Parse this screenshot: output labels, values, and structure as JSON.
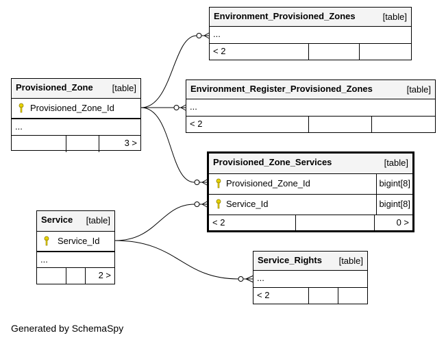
{
  "tables": {
    "provisioned_zone": {
      "name": "Provisioned_Zone",
      "kind": "[table]",
      "columns": [
        {
          "name": "Provisioned_Zone_Id",
          "key": true
        }
      ],
      "more": "...",
      "children": "3 >"
    },
    "env_provisioned_zones": {
      "name": "Environment_Provisioned_Zones",
      "kind": "[table]",
      "more": "...",
      "parents": "< 2"
    },
    "env_register_provisioned_zones": {
      "name": "Environment_Register_Provisioned_Zones",
      "kind": "[table]",
      "more": "...",
      "parents": "< 2"
    },
    "provisioned_zone_services": {
      "name": "Provisioned_Zone_Services",
      "kind": "[table]",
      "columns": [
        {
          "name": "Provisioned_Zone_Id",
          "type": "bigint[8]",
          "key": true
        },
        {
          "name": "Service_Id",
          "type": "bigint[8]",
          "key": true
        }
      ],
      "parents": "< 2",
      "children": "0 >"
    },
    "service": {
      "name": "Service",
      "kind": "[table]",
      "columns": [
        {
          "name": "Service_Id",
          "key": true
        }
      ],
      "more": "...",
      "children": "2 >"
    },
    "service_rights": {
      "name": "Service_Rights",
      "kind": "[table]",
      "more": "...",
      "parents": "< 2"
    }
  },
  "relationships": [
    {
      "from": "Provisioned_Zone",
      "to": "Environment_Provisioned_Zones"
    },
    {
      "from": "Provisioned_Zone",
      "to": "Environment_Register_Provisioned_Zones"
    },
    {
      "from": "Provisioned_Zone",
      "to": "Provisioned_Zone_Services"
    },
    {
      "from": "Service",
      "to": "Provisioned_Zone_Services"
    },
    {
      "from": "Service",
      "to": "Service_Rights"
    }
  ],
  "footer": "Generated by SchemaSpy",
  "colors": {
    "header_bg": "#f4f4f4",
    "key_icon": "#e8d400",
    "line": "#000000"
  }
}
